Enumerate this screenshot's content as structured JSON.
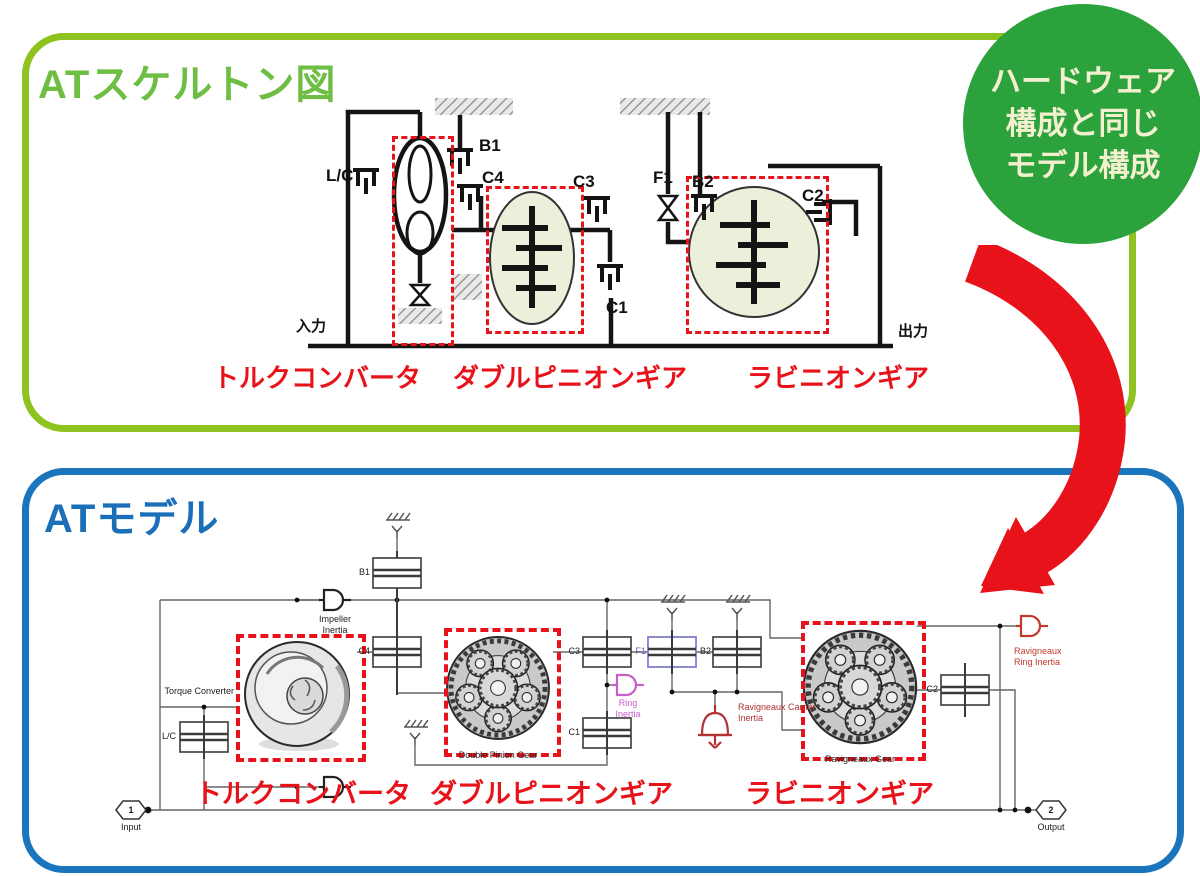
{
  "colors": {
    "panel_green": "#8dc21f",
    "panel_blue": "#1b75bc",
    "accent_red": "#e8131a",
    "badge_bg": "#2ca23c",
    "badge_text": "#f3f0cf"
  },
  "skeleton": {
    "title": "ATスケルトン図",
    "labels": {
      "input": "入力",
      "output": "出力",
      "lc": "L/C",
      "b1": "B1",
      "c4": "C4",
      "c3": "C3",
      "f1": "F1",
      "b2": "B2",
      "c2": "C2",
      "c1": "C1"
    },
    "captions": [
      "トルクコンバータ",
      "ダブルピニオンギア",
      "ラビニオンギア"
    ]
  },
  "badge": {
    "lines": [
      "ハードウェア",
      "構成と同じ",
      "モデル構成"
    ]
  },
  "model": {
    "title": "ATモデル",
    "labels": {
      "lc": "L/C",
      "b1": "B1",
      "c4": "C4",
      "c3": "C3",
      "f1": "F1",
      "b2": "B2",
      "c2": "C2",
      "c1": "C1"
    },
    "texts": {
      "torque_converter": "Torque Converter",
      "impeller_inertia": "Impeller Inertia",
      "ring_inertia": "Ring Inertia",
      "ravigneaux_carrier_inertia": "Ravigneaux Carrier Inertia",
      "ravigneaux_ring_inertia": "Ravigneaux Ring Inertia",
      "double_pinion_gear": "Double Pinion Gear",
      "ravigneaux_gear": "Ravigneaux Gear"
    },
    "ports": {
      "input_num": "1",
      "input_label": "Input",
      "output_num": "2",
      "output_label": "Output"
    },
    "captions": [
      "トルクコンバータ",
      "ダブルピニオンギア",
      "ラビニオンギア"
    ]
  }
}
